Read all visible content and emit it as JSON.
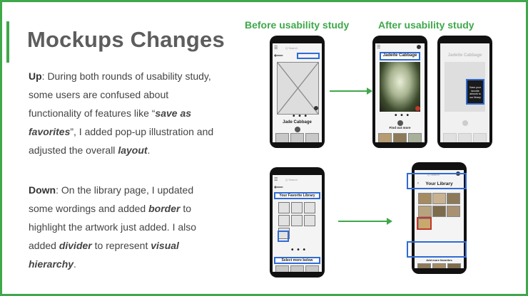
{
  "slide": {
    "title": "Mockups Changes",
    "up_label": "Up",
    "up_text_1": ": During both rounds of usability study, some users are confused about functionality of features like “",
    "up_em_1": "save as favorites",
    "up_text_2": "”, I added pop-up illustration and adjusted the overall ",
    "up_em_2": "layout",
    "up_text_3": ".",
    "down_label": "Down",
    "down_text_1": ": On the library page, I updated some wordings and added ",
    "down_em_1": "border",
    "down_text_2": " to highlight the artwork just added. I also added ",
    "down_em_2": "divider",
    "down_text_3": " to represent ",
    "down_em_3": "visual hierarchy",
    "down_text_4": "."
  },
  "headings": {
    "before": "Before usability study",
    "after": "After usability study"
  },
  "mockups": {
    "before_top": {
      "search": "Q Search",
      "label": "Jade Cabbage",
      "dots": "• • •"
    },
    "after_top_a": {
      "label": "Jadeite Cabbage",
      "button": "Find out more",
      "dots": "• • •"
    },
    "after_top_b": {
      "label": "Jadeite Cabbage",
      "popup": "Save your favorite artwork to our library"
    },
    "before_bottom": {
      "search": "Q Search",
      "header": "Your Favorite Library",
      "dots": "• • •",
      "footer": "Select more below"
    },
    "after_bottom": {
      "search": "Q Search",
      "header": "Your Library",
      "footer": "Add more favorites"
    }
  },
  "colors": {
    "accent_green": "#3fa84a",
    "highlight_blue": "#2f6bd6",
    "title_gray": "#5d5d5d"
  }
}
